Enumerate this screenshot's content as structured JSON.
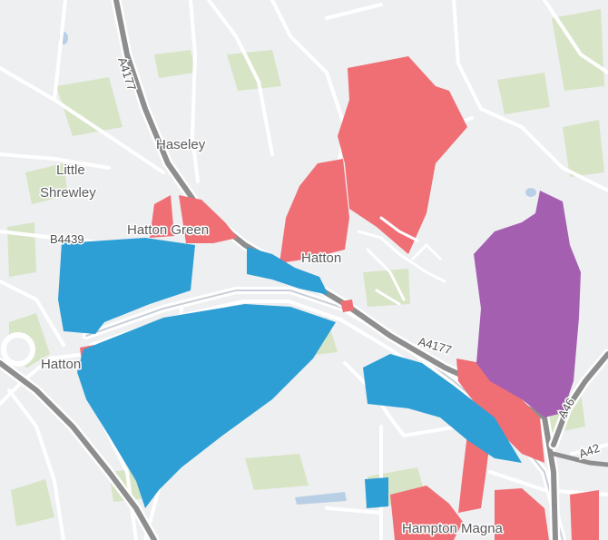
{
  "colors": {
    "background": "#eeeff1",
    "road_minor": "#ffffff",
    "road_major": "#8e8e8e",
    "green": "#d8e4c6",
    "water": "#b9cfe6",
    "red": "#ef6f75",
    "blue": "#2e9fd5",
    "purple": "#a55fb1"
  },
  "labels": {
    "haseley": "Haseley",
    "little": "Little",
    "shrewley": "Shrewley",
    "hatton_green": "Hatton Green",
    "hatton_village": "Hatton",
    "hatton_west": "Hatton",
    "hampton_magna": "Hampton Magna"
  },
  "roads": {
    "a4177_north": "A4177",
    "a4177_east": "A4177",
    "b4439": "B4439",
    "a46": "A46",
    "a42_edge": "A42"
  }
}
